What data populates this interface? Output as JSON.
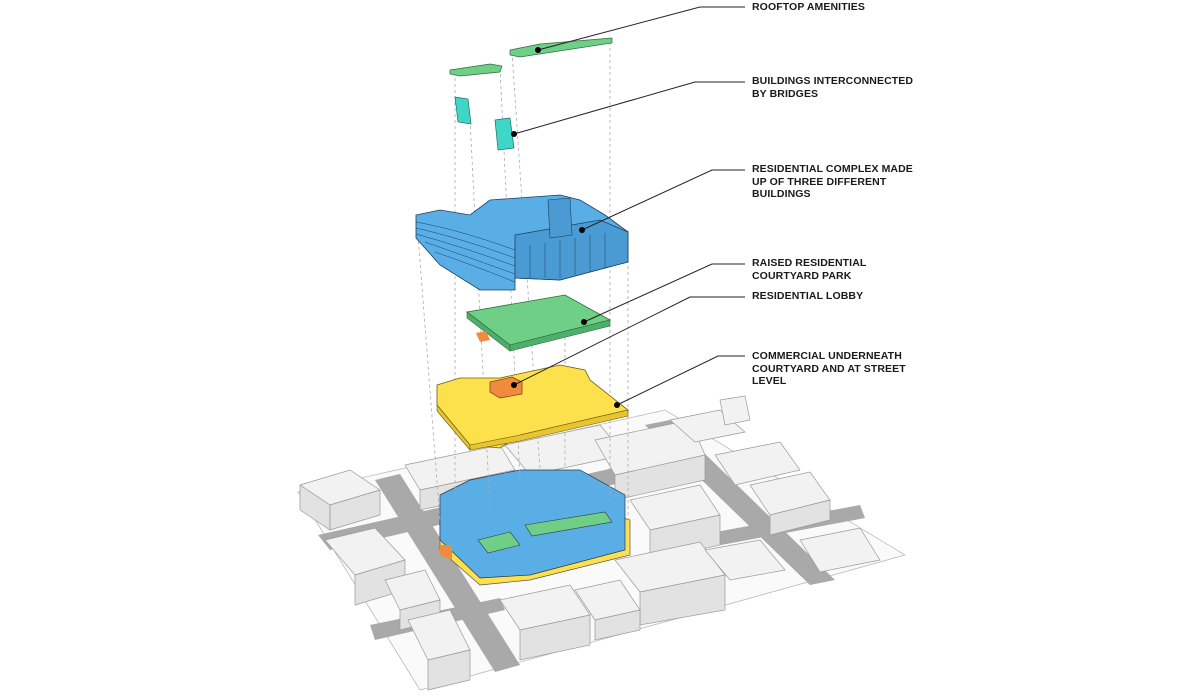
{
  "labels": {
    "rooftop": "ROOFTOP AMENITIES",
    "bridges": "BUILDINGS INTERCONNECTED BY BRIDGES",
    "residential": "RESIDENTIAL COMPLEX MADE UP OF THREE DIFFERENT BUILDINGS",
    "park": "RAISED RESIDENTIAL COURTYARD PARK",
    "lobby": "RESIDENTIAL LOBBY",
    "commercial": "COMMERCIAL UNDERNEATH COURTYARD AND AT STREET LEVEL"
  },
  "colors": {
    "rooftop": "#6fcf87",
    "bridges": "#3fd6c8",
    "residential": "#5aaee6",
    "park": "#6fcf87",
    "lobby": "#f08a3c",
    "commercial": "#fde14c",
    "context": "#eeeeee",
    "road": "#a9a9a9"
  }
}
